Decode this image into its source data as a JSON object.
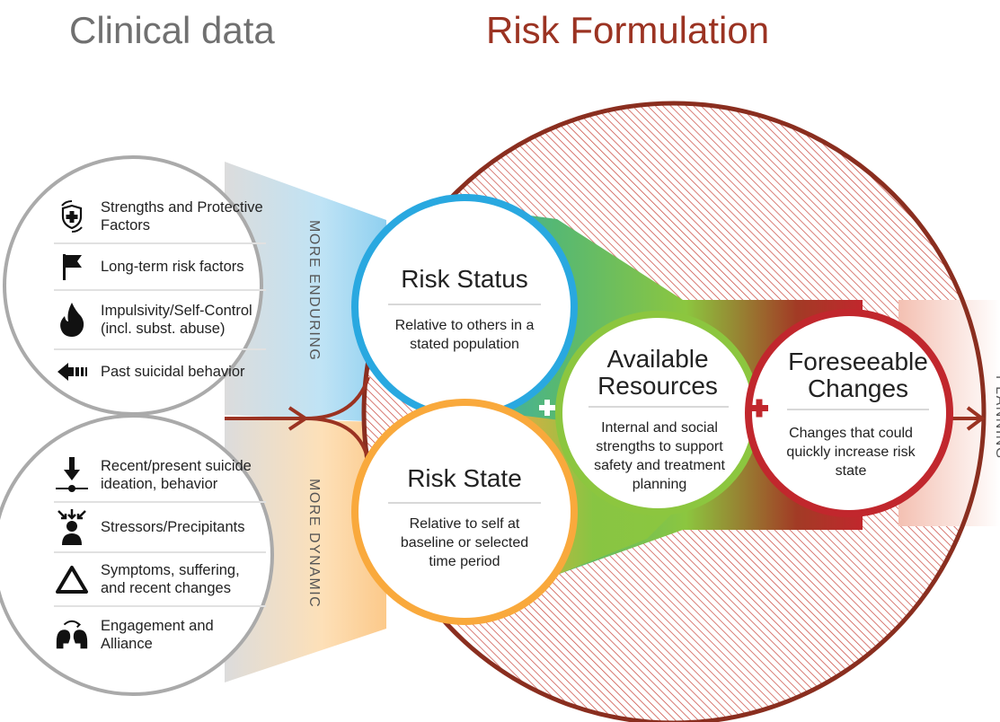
{
  "headings": {
    "clinical_data": "Clinical data",
    "risk_formulation": "Risk Formulation"
  },
  "enduring_label": "MORE ENDURING",
  "dynamic_label": "MORE DYNAMIC",
  "planning_label": "PLANNING",
  "enduring_items": [
    {
      "label": "Strengths and Protective Factors",
      "icon": "shield-cross-icon"
    },
    {
      "label": "Long-term risk factors",
      "icon": "flag-icon"
    },
    {
      "label": "Impulsivity/Self-Control (incl. subst. abuse)",
      "icon": "flame-icon"
    },
    {
      "label": "Past suicidal behavior",
      "icon": "back-arrow-icon"
    }
  ],
  "dynamic_items": [
    {
      "label": "Recent/present suicide ideation, behavior",
      "icon": "timeline-arrow-icon"
    },
    {
      "label": "Stressors/Precipitants",
      "icon": "person-pressure-icon"
    },
    {
      "label": "Symptoms, suffering, and recent changes",
      "icon": "triangle-icon"
    },
    {
      "label": "Engagement and Alliance",
      "icon": "two-people-icon"
    }
  ],
  "circles": {
    "risk_status": {
      "title": "Risk Status",
      "description": "Relative to others in a stated population",
      "color": "#29a8e0"
    },
    "risk_state": {
      "title": "Risk State",
      "description": "Relative to self at baseline or selected time period",
      "color": "#f9a93c"
    },
    "available_resources": {
      "title": "Available Resources",
      "description": "Internal and social strengths to support safety and treatment planning",
      "color": "#8cc63f"
    },
    "foreseeable_changes": {
      "title": "Foreseeable Changes",
      "description": "Changes that could quickly increase risk state",
      "color": "#c1272d"
    }
  },
  "colors": {
    "outer_circle": "#8a2e1f",
    "hatch": "#c8443a",
    "grey_ring": "#aaaaaa",
    "arrow": "#9b3322"
  }
}
